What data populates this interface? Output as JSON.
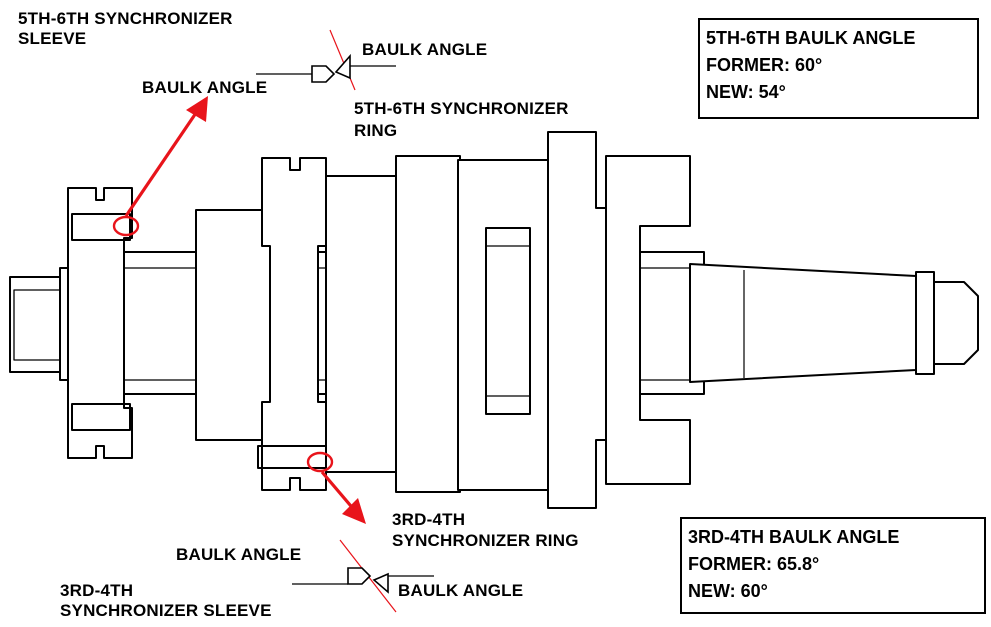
{
  "colors": {
    "ink": "#000000",
    "highlight": "#e8141b",
    "paper": "#ffffff"
  },
  "labels": {
    "sleeve_56_line1": "5TH-6TH SYNCHRONIZER",
    "sleeve_56_line2": "SLEEVE",
    "baulk_angle_top_right": "BAULK ANGLE",
    "baulk_angle_top_left": "BAULK ANGLE",
    "ring_56_line1": "5TH-6TH SYNCHRONIZER",
    "ring_56_line2": "RING",
    "ring_34_line1": "3RD-4TH",
    "ring_34_line2": "SYNCHRONIZER RING",
    "baulk_angle_bottom_left": "BAULK ANGLE",
    "baulk_angle_bottom_right": "BAULK ANGLE",
    "sleeve_34_line1": "3RD-4TH",
    "sleeve_34_line2": "SYNCHRONIZER SLEEVE"
  },
  "boxes": {
    "top": {
      "title": "5TH-6TH BAULK ANGLE",
      "former": "FORMER:  60°",
      "new": "NEW:  54°"
    },
    "bottom": {
      "title": "3RD-4TH BAULK ANGLE",
      "former": "FORMER:  65.8°",
      "new": "NEW:  60°"
    }
  }
}
